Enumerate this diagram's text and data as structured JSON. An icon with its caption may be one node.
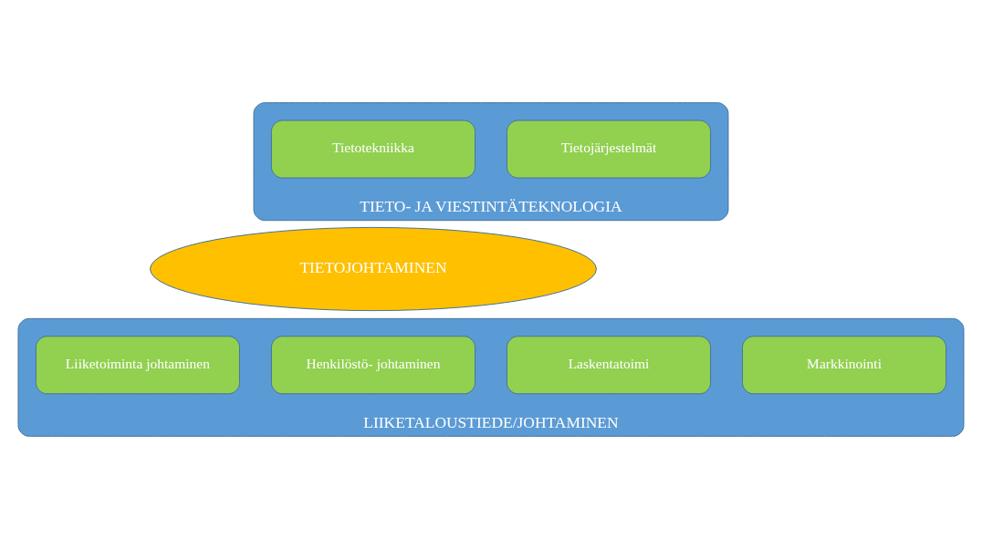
{
  "diagram": {
    "nodes": [
      {
        "text": [
          "TIETO- JA VIESTINTÄTEKNOLOGIA"
        ]
      },
      {
        "text": [
          "Tietojärjestelmät"
        ],
        "in": 0
      },
      {
        "text": [
          "Tietotekniikka"
        ],
        "in": 0
      },
      {
        "text": [
          "TIETOJOHTAMINEN"
        ]
      },
      {
        "text": [
          "LIIKETALOUSTIEDE/JOHTAMINEN"
        ]
      },
      {
        "text": [
          "Markkinointi"
        ],
        "in": 4
      },
      {
        "text": [
          "Laskentatoimi"
        ],
        "in": 4
      },
      {
        "text": [
          "Henkilöstö- johtaminen"
        ],
        "in": 4
      },
      {
        "text": [
          "Liiketoiminta johtaminen"
        ],
        "in": 4
      }
    ]
  }
}
